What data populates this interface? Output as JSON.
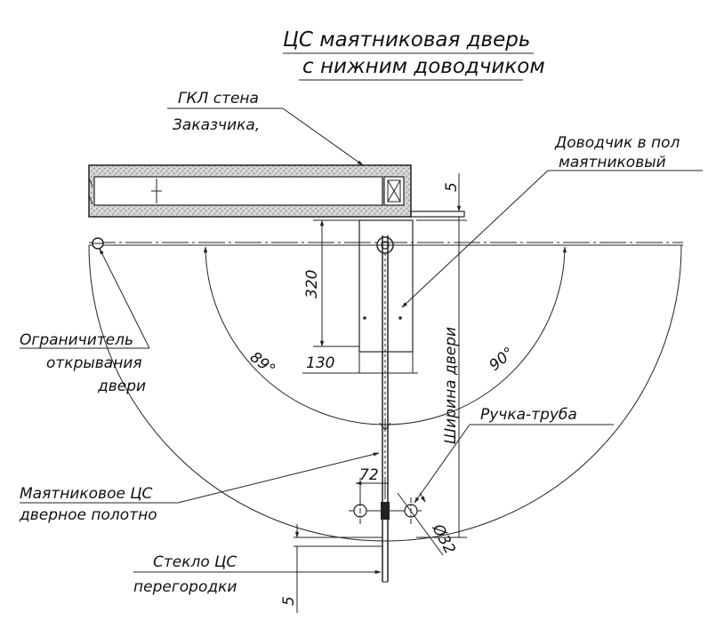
{
  "title": {
    "line1": "ЦС маятниковая дверь",
    "line2": "с нижним доводчиком"
  },
  "labels": {
    "wall": [
      "ГКЛ стена",
      "Заказчика,"
    ],
    "closer": [
      "Доводчик в пол",
      "маятниковый"
    ],
    "stopper": [
      "Ограничитель",
      "открывания",
      "двери"
    ],
    "handle": "Ручка-труба",
    "door_leaf": [
      "Маятниковое ЦС",
      "дверное полотно"
    ],
    "glass": [
      "Стекло ЦС",
      "перегородки"
    ]
  },
  "dimensions": {
    "offset_top": "5",
    "depth": "320",
    "width_closer": "130",
    "angle_left": "89°",
    "angle_right": "90°",
    "door_width": "Ширина двери",
    "handle_spacing": "72",
    "handle_diameter": "Ø32",
    "offset_bottom": "5"
  },
  "colors": {
    "line": "#222222",
    "hatch": "#9a9a9a"
  }
}
